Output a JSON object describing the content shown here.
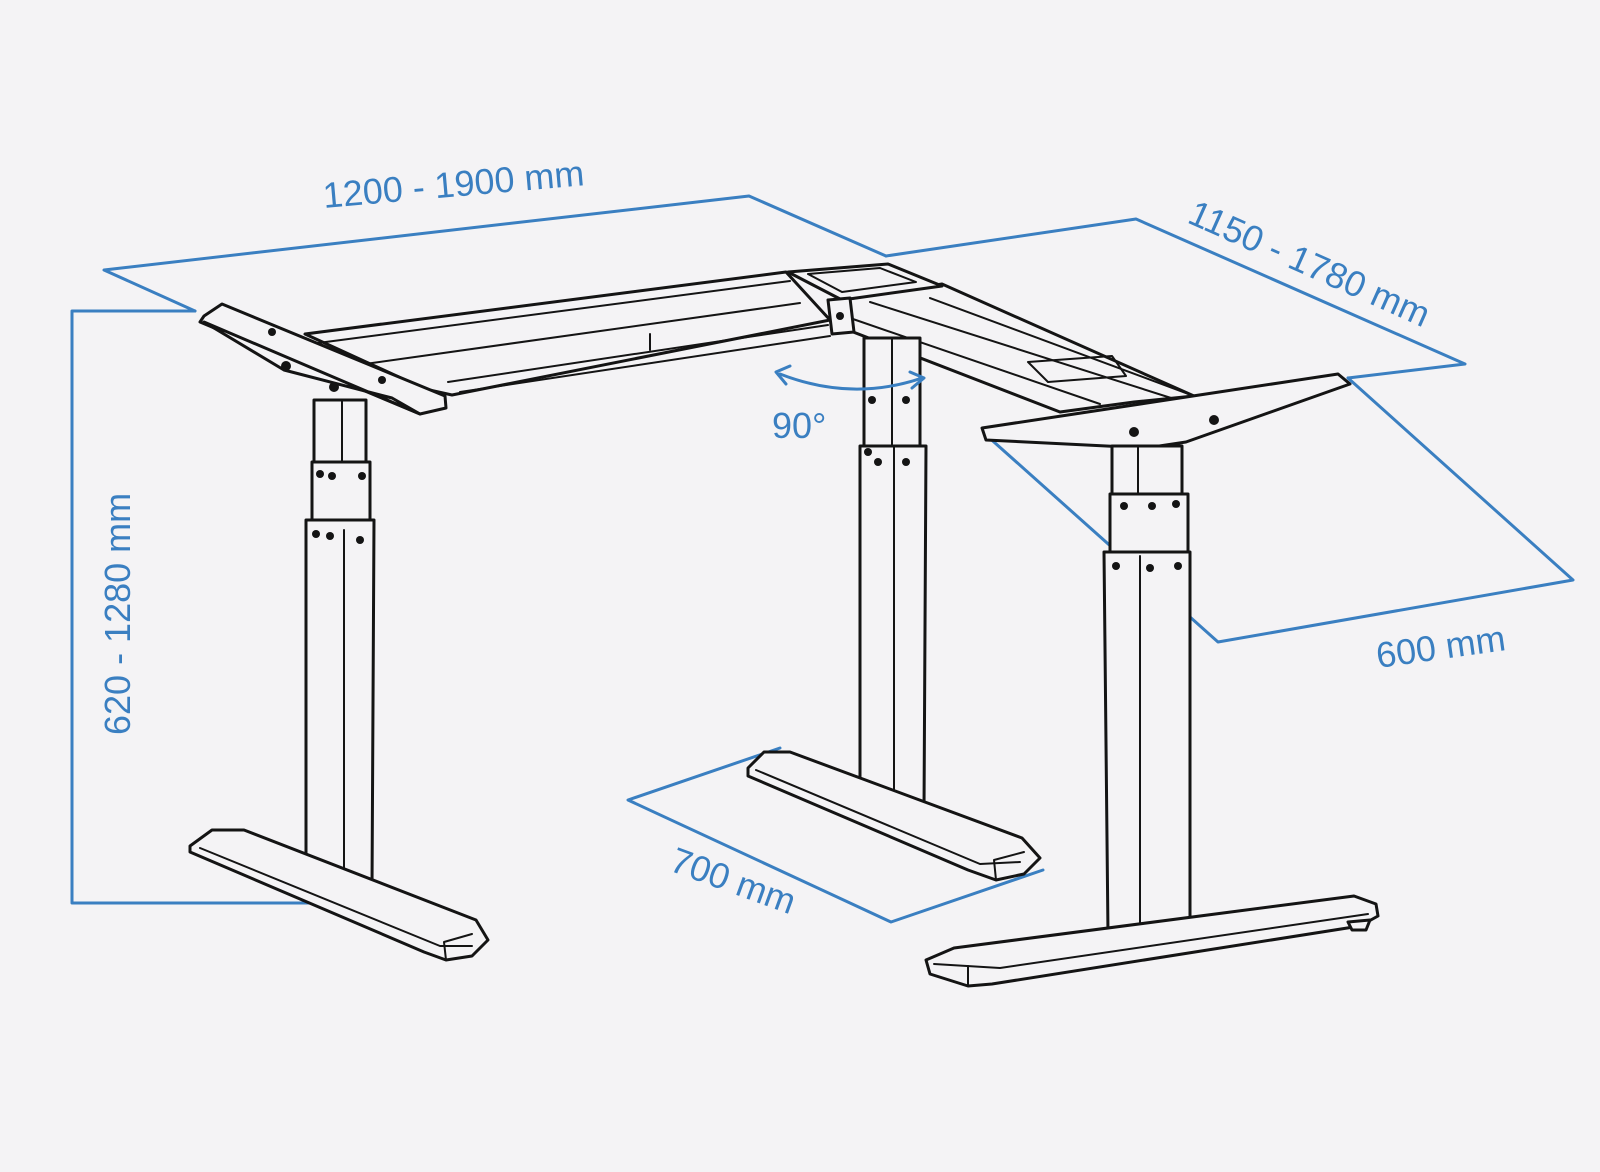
{
  "dimensions": {
    "width_main": "1200 - 1900 mm",
    "width_side": "1150 - 1780 mm",
    "height": "620 - 1280 mm",
    "depth_side": "600 mm",
    "foot_depth": "700 mm",
    "corner_angle": "90°"
  },
  "colors": {
    "dimension": "#3a7fc1",
    "frame": "#141414",
    "background": "#f4f3f5"
  },
  "icons": {
    "angle_arrow": "double-headed-curved-arrow"
  }
}
